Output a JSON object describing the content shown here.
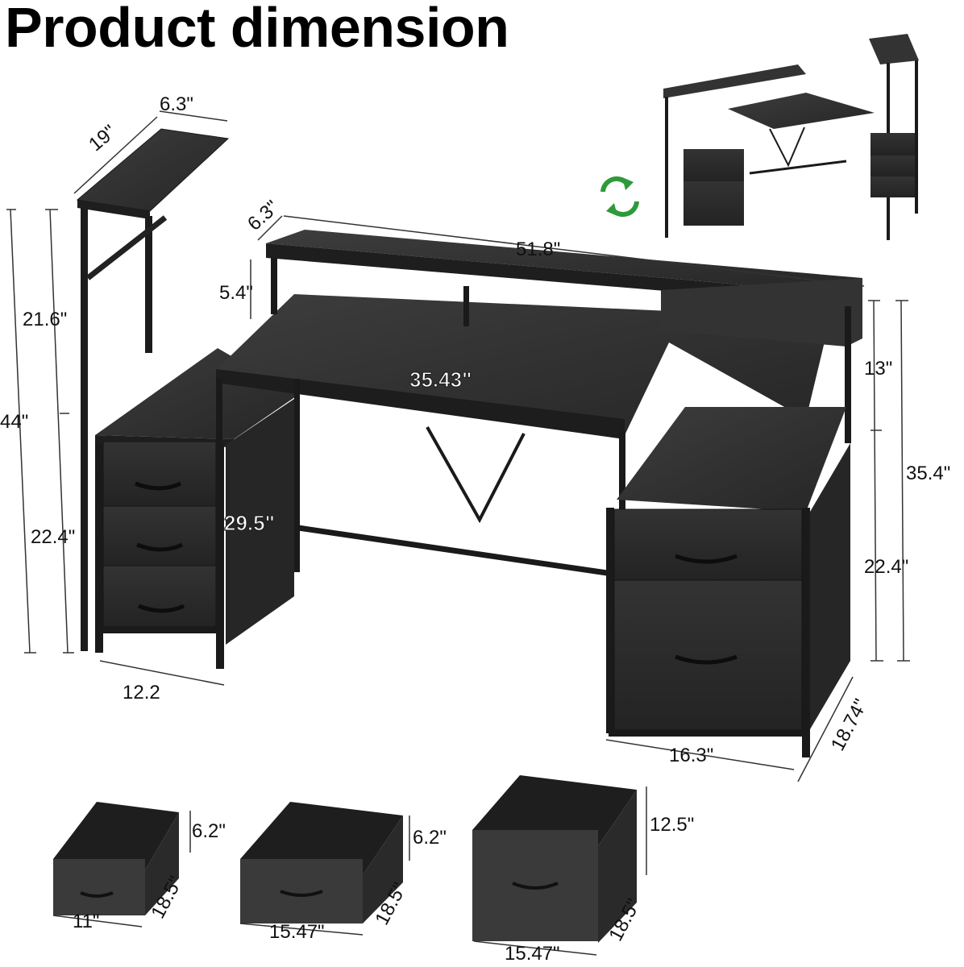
{
  "title": "Product dimension",
  "colors": {
    "wood": "#2f2f2f",
    "wood_top": "#3a3a3a",
    "fabric": "#2b2b2b",
    "frame": "#1a1a1a",
    "dim_line": "#333333",
    "swap_icon": "#2e9a3a"
  },
  "side_shelf": {
    "depth": "19\"",
    "width": "6.3\""
  },
  "left_heights": {
    "total": "44\"",
    "upper": "21.6\"",
    "lower": "22.4\""
  },
  "monitor_shelf": {
    "depth": "6.3\"",
    "length": "51.8\"",
    "height": "5.4\""
  },
  "desktop": {
    "width": "35.43\"",
    "height": "29.5\""
  },
  "left_cabinet": {
    "width": "12.2"
  },
  "right_heights": {
    "upper": "13\"",
    "total": "35.4\"",
    "lower": "22.4\""
  },
  "right_cabinet": {
    "width": "16.3\"",
    "depth": "18.74\""
  },
  "drawers": [
    {
      "name": "small-drawer",
      "width": "11\"",
      "depth": "18.5\"",
      "height": "6.2\""
    },
    {
      "name": "medium-drawer",
      "width": "15.47\"",
      "depth": "18.5\"",
      "height": "6.2\""
    },
    {
      "name": "large-drawer",
      "width": "15.47\"",
      "depth": "18.5\"",
      "height": "12.5\""
    }
  ],
  "icons": {
    "swap": "reversible-swap-icon"
  }
}
